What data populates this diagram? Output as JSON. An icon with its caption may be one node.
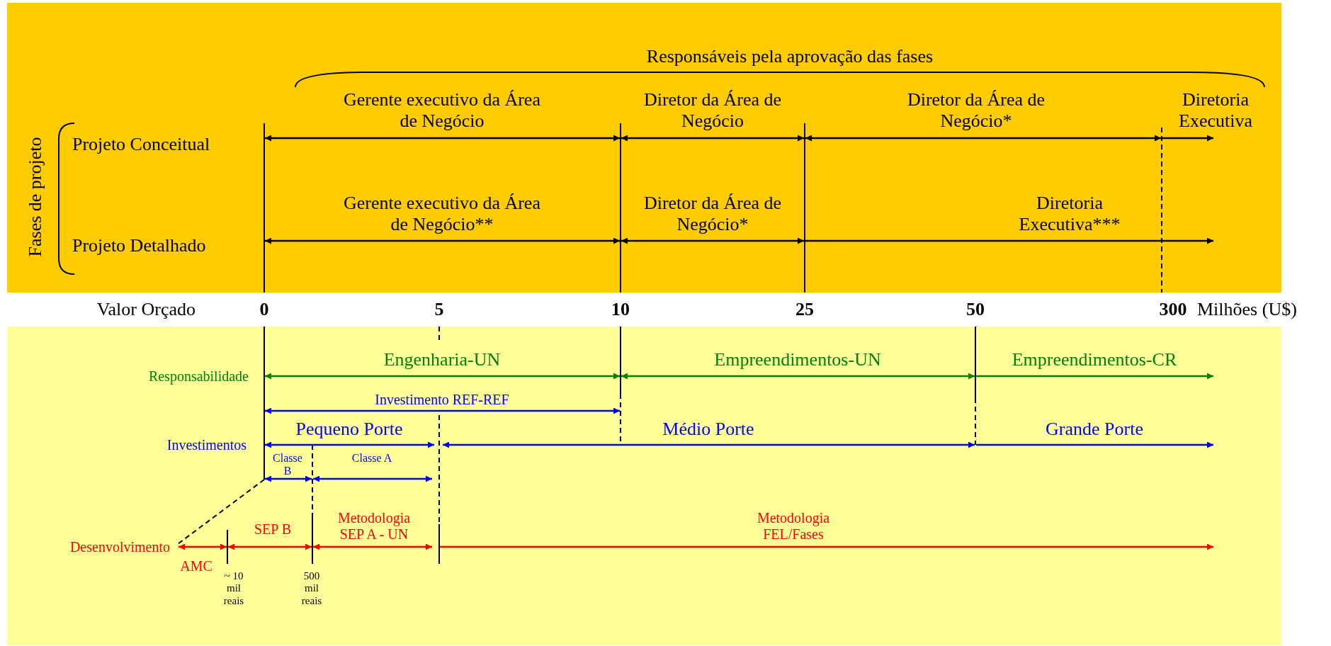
{
  "diagram": {
    "labels": [
      "Responsáveis pela aprovação das fases",
      "Gerente executivo da Área de Negócio",
      "Diretor da Área de Negócio",
      "Diretor da Área de Negócio*",
      "Diretoria Executiva",
      "Fases de projeto",
      "Projeto Conceitual",
      "Gerente executivo da Área de Negócio**",
      "Diretor da Área de Negócio*",
      "Diretoria Executiva***",
      "Projeto Detalhado",
      "Valor Orçado",
      "0",
      "5",
      "10",
      "25",
      "50",
      "300",
      "Milhões (U$)",
      "Engenharia-UN",
      "Empreendimentos-UN",
      "Empreendimentos-CR",
      "Responsabilidade",
      "Investimento REF-REF",
      "Pequeno Porte",
      "Médio Porte",
      "Grande Porte",
      "Investimentos",
      "Classe B",
      "Classe A",
      "SEP B",
      "Metodologia SEP A - UN",
      "Metodologia FEL/Fases",
      "Desenvolvimento",
      "AMC",
      "~ 10 mil reais",
      "500 mil reais"
    ]
  }
}
